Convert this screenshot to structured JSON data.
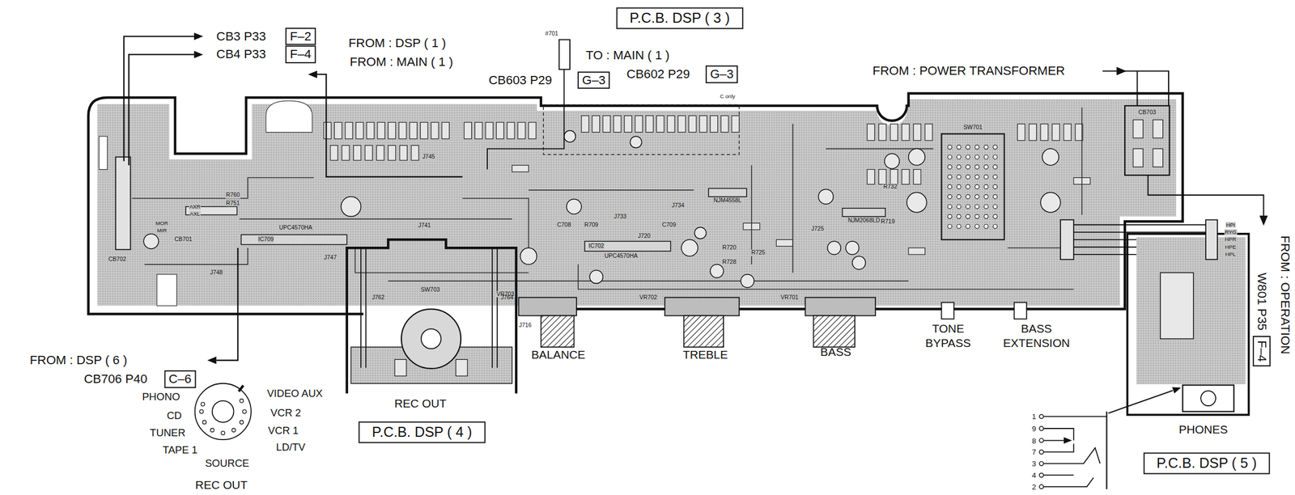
{
  "diagram": {
    "nodes": [
      {
        "text": [
          "P.C.B. DSP ( 3 )"
        ]
      },
      {
        "text": [
          "F–2"
        ]
      },
      {
        "text": [
          "F–4"
        ]
      },
      {
        "text": [
          "G–3"
        ]
      },
      {
        "text": [
          "G–3"
        ]
      },
      {
        "text": [
          "C–6"
        ]
      },
      {
        "text": [
          "P.C.B. DSP ( 4 )"
        ]
      },
      {
        "text": [
          "F–4"
        ]
      },
      {
        "text": [
          "P.C.B. DSP ( 5 )"
        ]
      }
    ],
    "labels": [
      "CB3 P33",
      "CB4 P33",
      "FROM : DSP ( 1 )",
      "FROM : MAIN ( 1 )",
      "CB603 P29",
      "#701",
      "TO : MAIN ( 1 )",
      "CB602 P29",
      "FROM : POWER TRANSFORMER",
      "C only",
      "FROM : DSP ( 6 )",
      "CB706 P40",
      "BALANCE",
      "TREBLE",
      "BASS",
      "TONE BYPASS",
      "BASS EXTENSION",
      "REC OUT",
      "PHONES",
      "PHONO",
      "CD",
      "TUNER",
      "TAPE 1",
      "SOURCE",
      "LD/TV",
      "VCR 1",
      "VCR 2",
      "VIDEO AUX",
      "REC OUT",
      "FROM : OPERATION",
      "W801 P35",
      "1",
      "9",
      "8",
      "7",
      "3",
      "4",
      "2",
      "SW701",
      "SW703",
      "NJM4558L",
      "NJM2068LD",
      "UPC4570HA",
      "IC709",
      "UPC4570HA",
      "IC702",
      "VR703",
      "VR702",
      "VR701",
      "J716",
      "J745",
      "J741",
      "J733",
      "J734",
      "J720",
      "J725",
      "J762",
      "J764",
      "J748",
      "J747",
      "CB702",
      "CB701",
      "CB703",
      "R760",
      "R751",
      "R709",
      "C708",
      "C709",
      "R719",
      "R720",
      "R728",
      "R725",
      "R732",
      "HPI",
      "RYG",
      "HPR",
      "HPE",
      "HPL",
      "AXR",
      "AXL",
      "MOR",
      "MIR"
    ]
  }
}
